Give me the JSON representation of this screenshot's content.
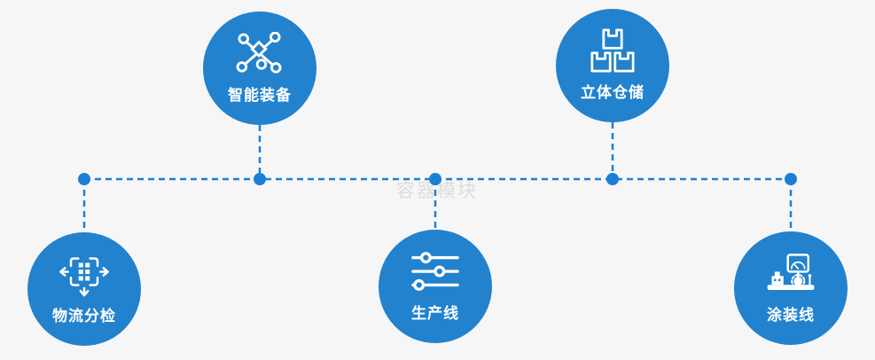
{
  "watermark": "容器模块",
  "colors": {
    "circle": "#2282cd",
    "line": "#1d7fd4",
    "background": "#f6f6f7",
    "watermark_text": "#d9d9d9",
    "icon": "#ffffff"
  },
  "nodes": [
    {
      "label": "智能装备",
      "icon": "network-nodes-icon"
    },
    {
      "label": "立体仓储",
      "icon": "stacked-boxes-icon"
    },
    {
      "label": "物流分检",
      "icon": "sorting-arrows-icon"
    },
    {
      "label": "生产线",
      "icon": "sliders-icon"
    },
    {
      "label": "涂装线",
      "icon": "machine-monitor-icon"
    }
  ]
}
